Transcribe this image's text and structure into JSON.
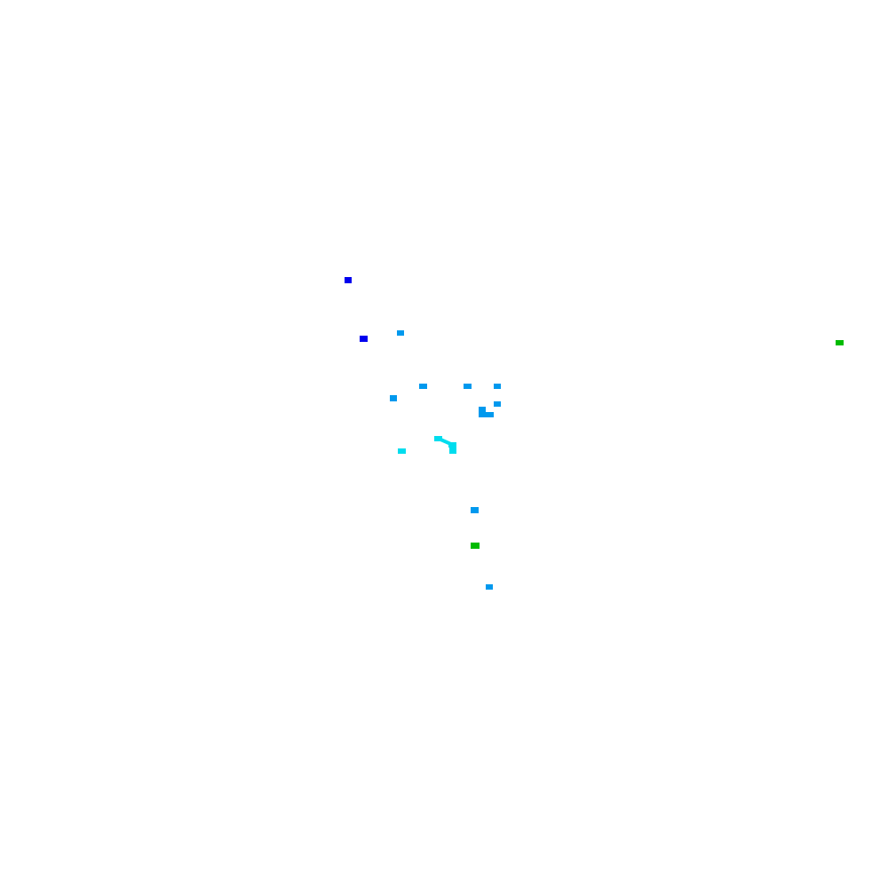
{
  "colors": {
    "background": "#ffffff",
    "blue": "#0000ee",
    "light_blue": "#0099ee",
    "cyan": "#00ddee",
    "green": "#00bb00"
  },
  "points": [
    {
      "id": "p1",
      "color": "blue"
    },
    {
      "id": "p2",
      "color": "blue"
    },
    {
      "id": "p3",
      "color": "light_blue"
    },
    {
      "id": "p4",
      "color": "light_blue"
    },
    {
      "id": "p5",
      "color": "light_blue"
    },
    {
      "id": "p6",
      "color": "light_blue"
    },
    {
      "id": "p7",
      "color": "light_blue"
    },
    {
      "id": "p8",
      "color": "light_blue"
    },
    {
      "id": "p9",
      "color": "light_blue"
    },
    {
      "id": "p10",
      "color": "light_blue"
    },
    {
      "id": "p11",
      "color": "light_blue"
    },
    {
      "id": "p12",
      "color": "cyan"
    },
    {
      "id": "p13",
      "color": "cyan"
    },
    {
      "id": "p14",
      "color": "cyan"
    },
    {
      "id": "p15",
      "color": "cyan"
    },
    {
      "id": "p16",
      "color": "cyan"
    },
    {
      "id": "p17",
      "color": "green"
    },
    {
      "id": "p18",
      "color": "green"
    }
  ]
}
